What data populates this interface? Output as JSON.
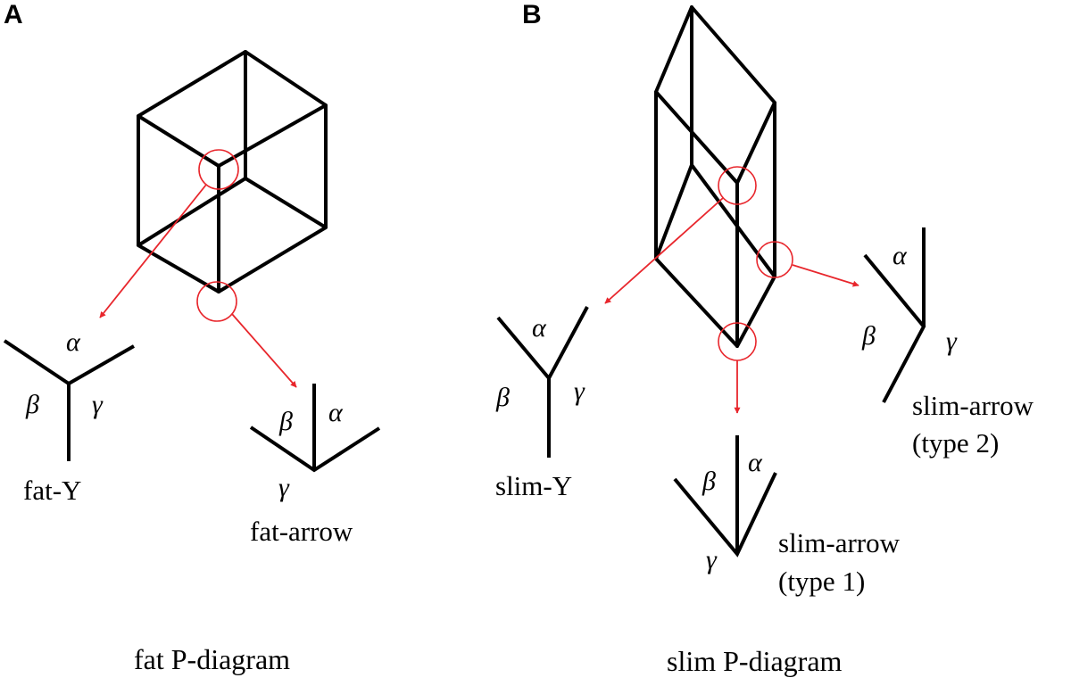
{
  "panels": [
    {
      "letter": "A",
      "caption": "fat P-diagram",
      "junctions": [
        {
          "label": "fat-Y",
          "alpha": "α",
          "beta": "β",
          "gamma": "γ"
        },
        {
          "label": "fat-arrow",
          "alpha": "α",
          "beta": "β",
          "gamma": "γ"
        }
      ]
    },
    {
      "letter": "B",
      "caption": "slim P-diagram",
      "junctions": [
        {
          "label": "slim-Y",
          "alpha": "α",
          "beta": "β",
          "gamma": "γ"
        },
        {
          "label": "slim-arrow",
          "label2": "(type 1)",
          "alpha": "α",
          "beta": "β",
          "gamma": "γ"
        },
        {
          "label": "slim-arrow",
          "label2": "(type 2)",
          "alpha": "α",
          "beta": "β",
          "gamma": "γ"
        }
      ]
    }
  ],
  "colors": {
    "line": "#000000",
    "highlight": "#e8262c",
    "background": "#ffffff"
  }
}
